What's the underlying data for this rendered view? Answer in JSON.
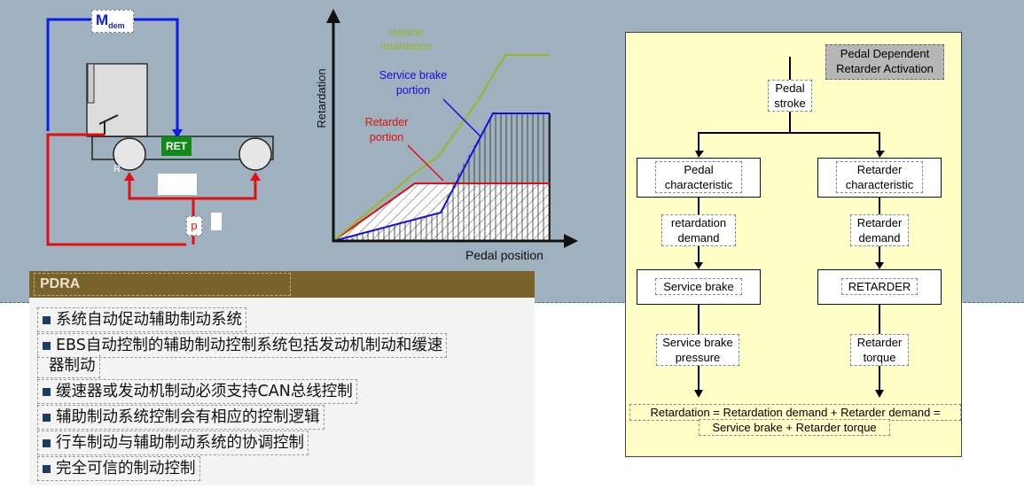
{
  "truck": {
    "mdem_main": "M",
    "mdem_sub": "dem",
    "ret_label": "RET",
    "r_label": "R",
    "p_label": "p"
  },
  "chart": {
    "ylabel": "Retardation",
    "xlabel": "Pedal position",
    "vehicle_label_1": "Vehicle",
    "vehicle_label_2": "retardation",
    "service_label_1": "Service brake",
    "service_label_2": "portion",
    "retarder_label_1": "Retarder",
    "retarder_label_2": "portion",
    "colors": {
      "vehicle": "#9ab820",
      "service": "#1010e0",
      "retarder": "#e01010"
    }
  },
  "pdra": {
    "title": "PDRA",
    "bullets": [
      "系统自动促动辅助制动系统",
      "EBS自动控制的辅助制动控制系统包括发动机制动和缓速",
      "器制动",
      "缓速器或发动机制动必须支持CAN总线控制",
      "辅助制动系统控制会有相应的控制逻辑",
      "行车制动与辅助制动系统的协调控制",
      "完全可信的制动控制"
    ]
  },
  "flow": {
    "title_1": "Pedal Dependent",
    "title_2": "Retarder Activation",
    "pedal_stroke_1": "Pedal",
    "pedal_stroke_2": "stroke",
    "pedal_char_1": "Pedal",
    "pedal_char_2": "characteristic",
    "retarder_char_1": "Retarder",
    "retarder_char_2": "characteristic",
    "ret_demand_1": "retardation",
    "ret_demand_2": "demand",
    "retarder_demand_1": "Retarder",
    "retarder_demand_2": "demand",
    "service_brake": "Service brake",
    "retarder_box": "RETARDER",
    "sb_pressure_1": "Service brake",
    "sb_pressure_2": "pressure",
    "retarder_torque_1": "Retarder",
    "retarder_torque_2": "torque",
    "formula_1": "Retardation = Retardation demand + Retarder demand =",
    "formula_2": "Service brake + Retarder torque"
  }
}
